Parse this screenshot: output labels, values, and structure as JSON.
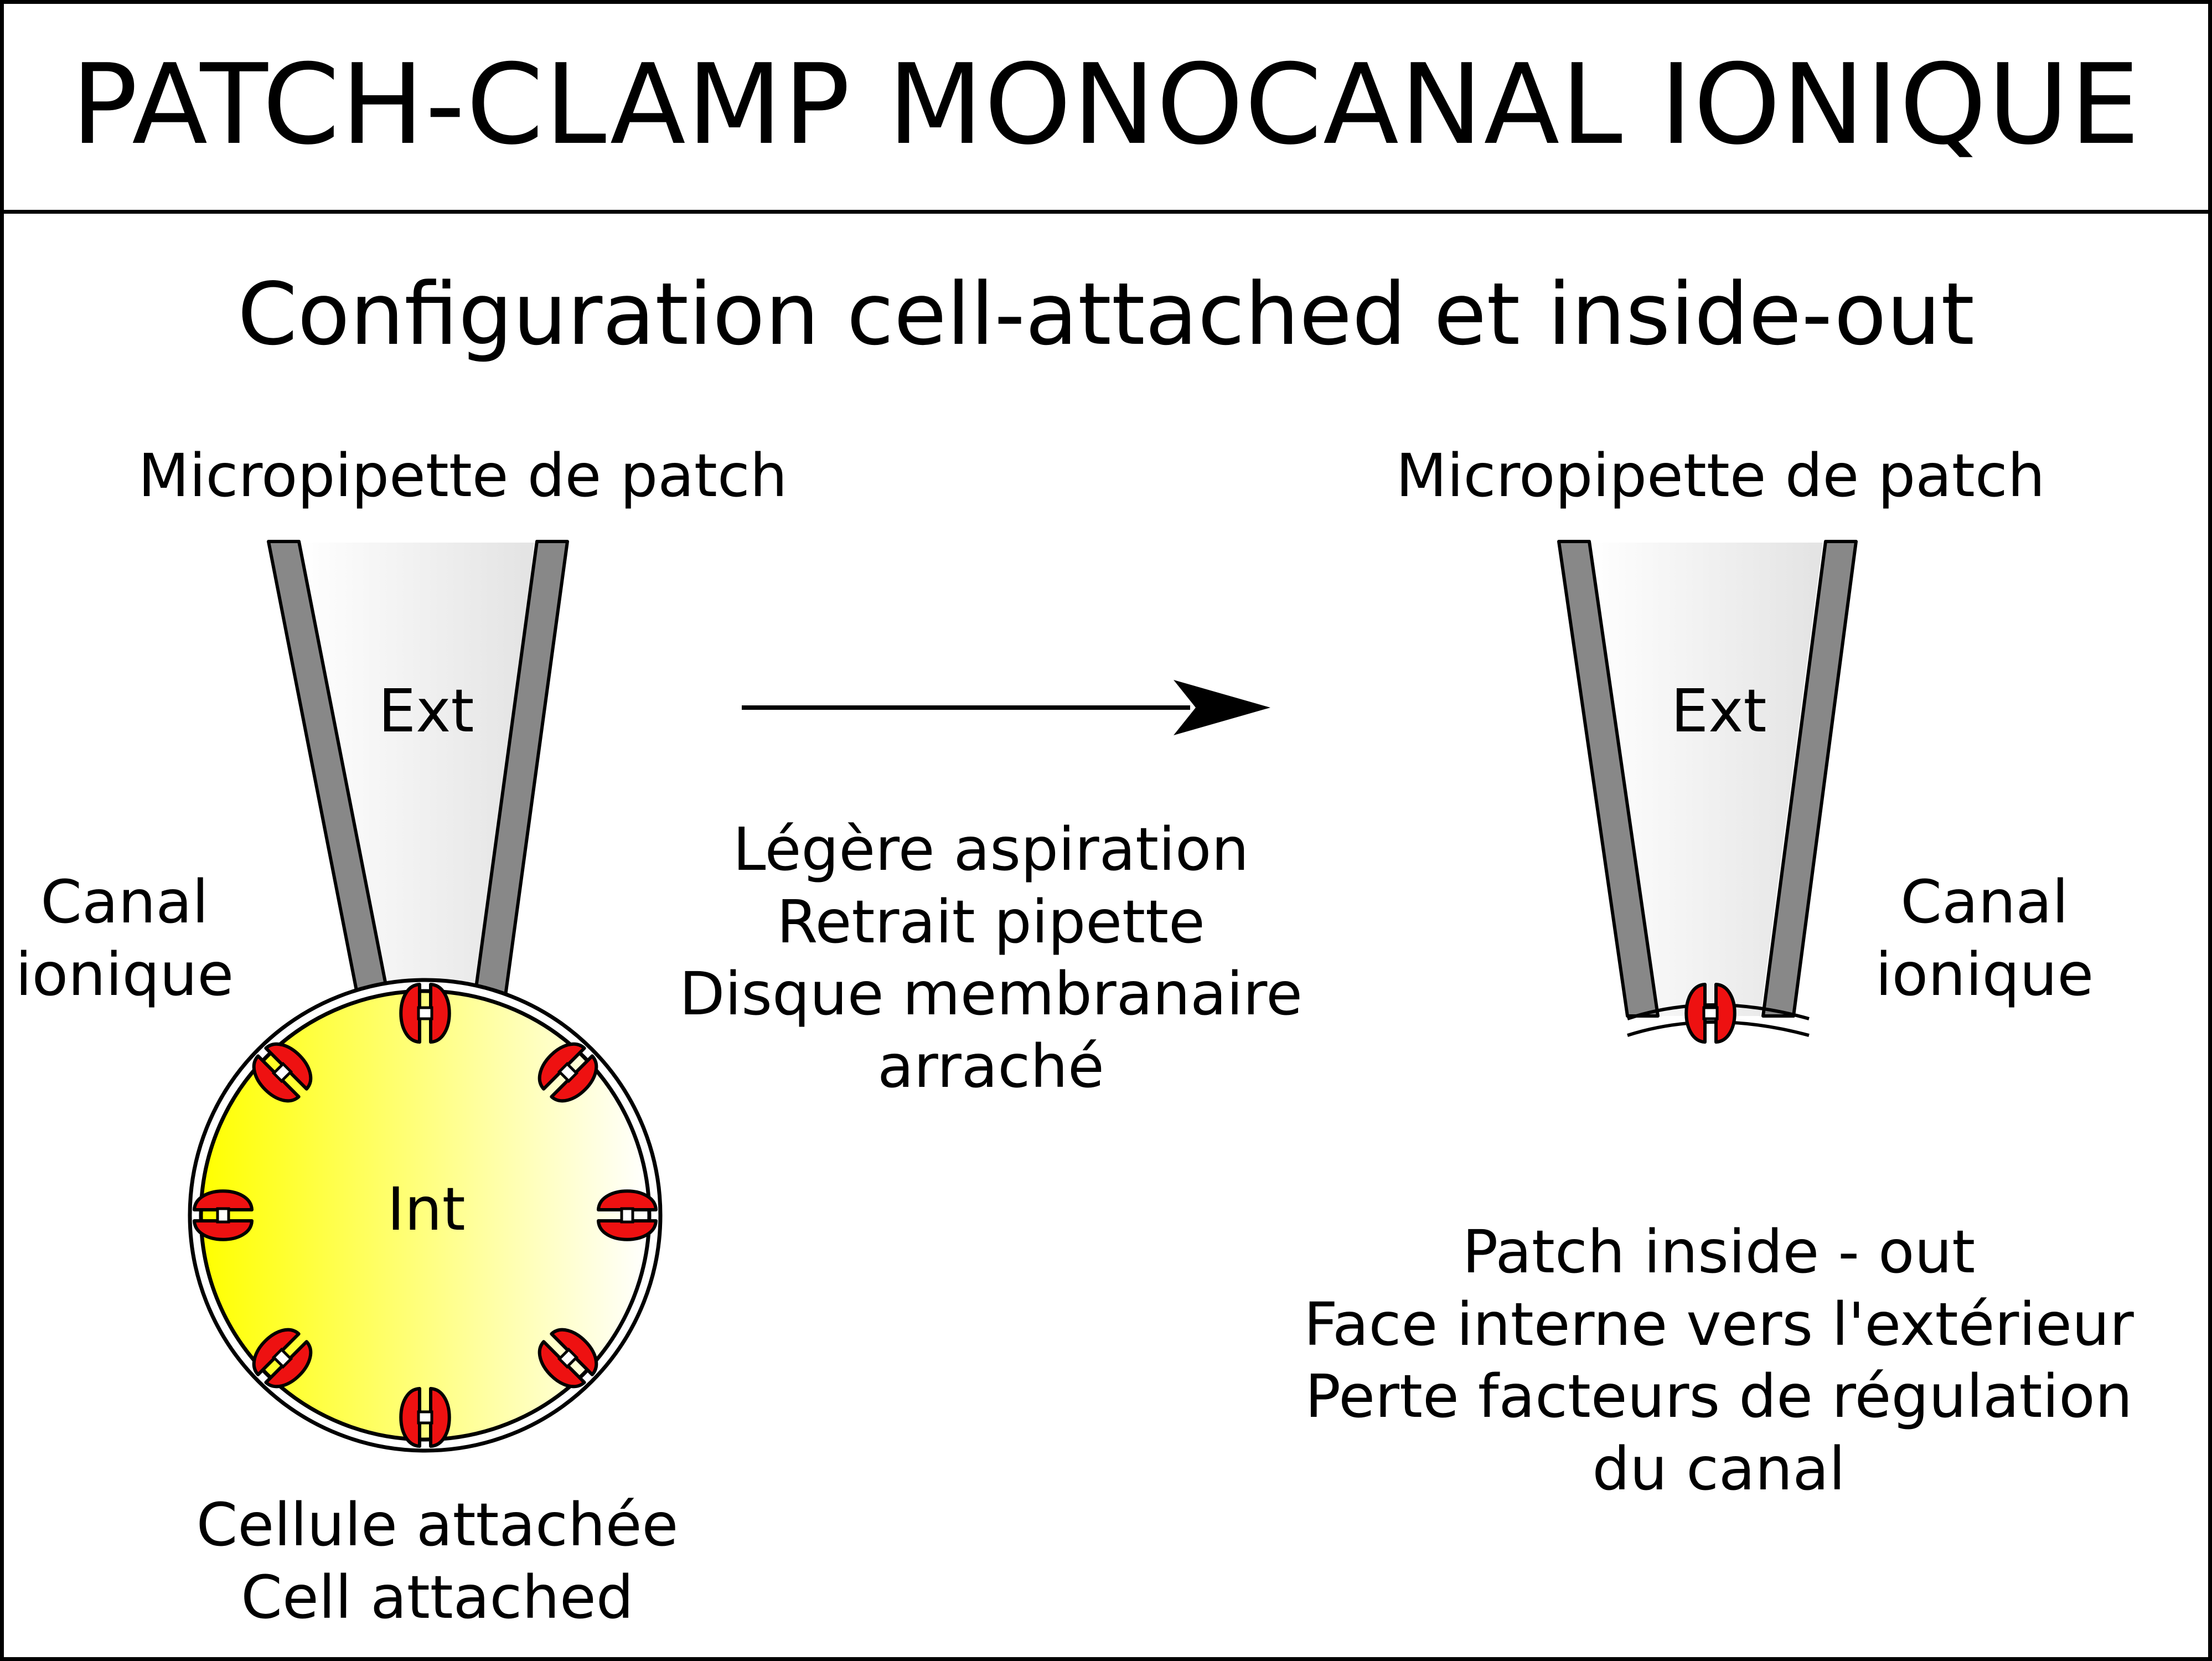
{
  "title": "PATCH-CLAMP MONOCANAL IONIQUE",
  "subtitle": "Configuration cell-attached et inside-out",
  "left": {
    "pipette_label": "Micropipette de patch",
    "ext_label": "Ext",
    "int_label": "Int",
    "channel_label": [
      "Canal",
      "ionique"
    ],
    "caption": [
      "Cellule attachée",
      "Cell attached"
    ]
  },
  "middle": {
    "steps": [
      "Légère aspiration",
      "Retrait pipette",
      "Disque membranaire",
      "arraché"
    ]
  },
  "right": {
    "pipette_label": "Micropipette de patch",
    "ext_label": "Ext",
    "channel_label": [
      "Canal",
      "ionique"
    ],
    "caption": [
      "Patch inside - out",
      "Face interne vers l'extérieur",
      "Perte facteurs de régulation",
      "du canal"
    ]
  },
  "colors": {
    "channel": "#ee1111",
    "cell_fill_start": "#ffff00",
    "cell_fill_end": "#ffffff",
    "pipette_wall": "#888888",
    "pipette_inner": "#e8e8e8"
  }
}
